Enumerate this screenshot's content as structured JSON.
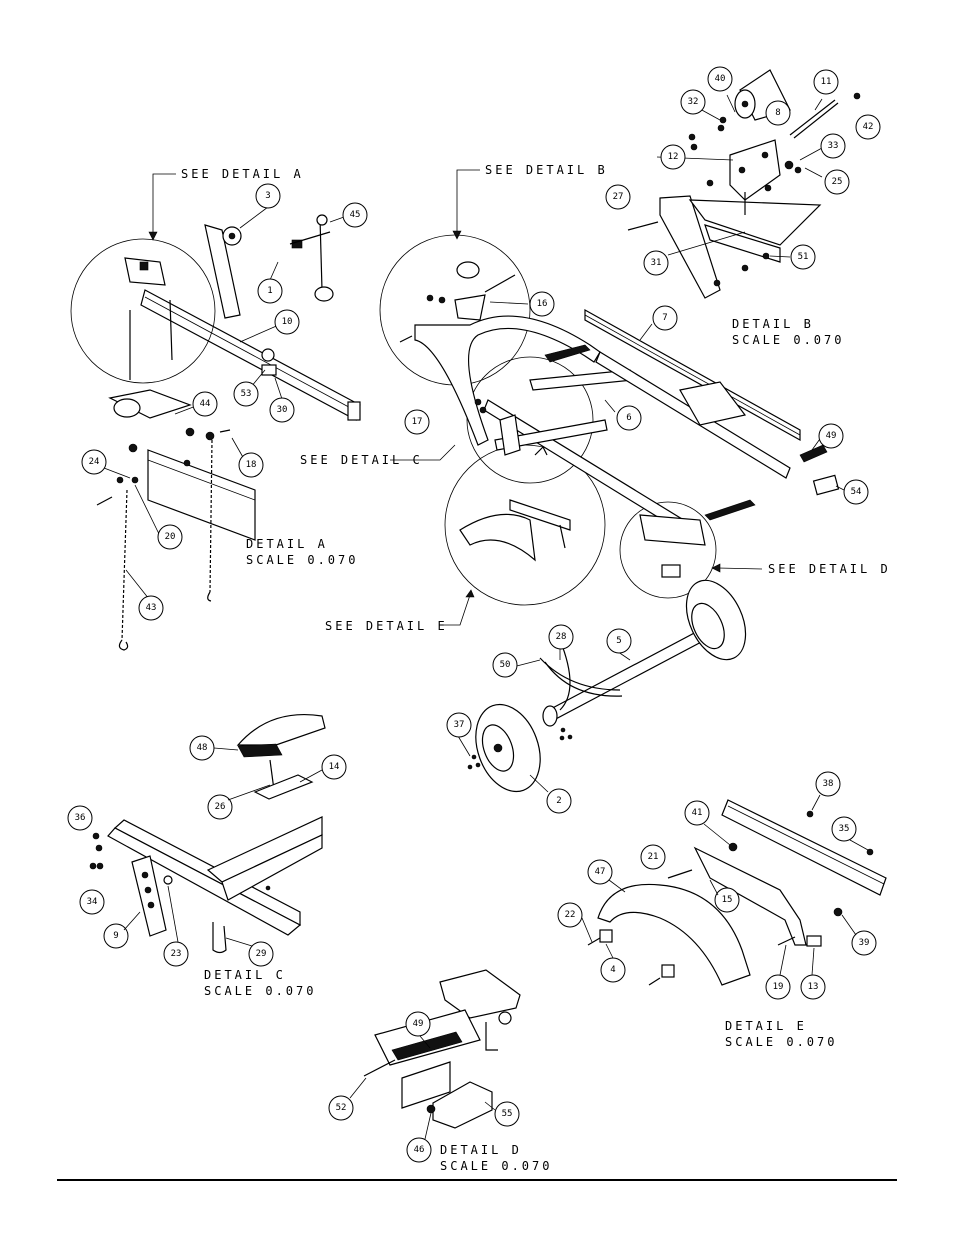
{
  "callouts": {
    "see_detail_a": "SEE DETAIL A",
    "see_detail_b": "SEE DETAIL B",
    "see_detail_c": "SEE DETAIL C",
    "see_detail_d": "SEE DETAIL D",
    "see_detail_e": "SEE DETAIL E"
  },
  "details": {
    "a": {
      "title": "DETAIL A",
      "scale": "SCALE 0.070"
    },
    "b": {
      "title": "DETAIL B",
      "scale": "SCALE 0.070"
    },
    "c": {
      "title": "DETAIL C",
      "scale": "SCALE 0.070"
    },
    "d": {
      "title": "DETAIL D",
      "scale": "SCALE 0.070"
    },
    "e": {
      "title": "DETAIL E",
      "scale": "SCALE 0.070"
    }
  },
  "part_numbers": {
    "p1": "1",
    "p2": "2",
    "p3": "3",
    "p4": "4",
    "p5": "5",
    "p6": "6",
    "p7": "7",
    "p8": "8",
    "p9": "9",
    "p10": "10",
    "p11": "11",
    "p12": "12",
    "p13": "13",
    "p14": "14",
    "p15": "15",
    "p16": "16",
    "p17": "17",
    "p18": "18",
    "p19": "19",
    "p20": "20",
    "p21": "21",
    "p22": "22",
    "p23": "23",
    "p24": "24",
    "p25": "25",
    "p26": "26",
    "p27": "27",
    "p28": "28",
    "p29": "29",
    "p30": "30",
    "p31": "31",
    "p32": "32",
    "p33": "33",
    "p34": "34",
    "p35": "35",
    "p36": "36",
    "p37": "37",
    "p38": "38",
    "p39": "39",
    "p40": "40",
    "p41": "41",
    "p42": "42",
    "p43": "43",
    "p44": "44",
    "p45": "45",
    "p46": "46",
    "p47": "47",
    "p48": "48",
    "p49": "49",
    "p49b": "49",
    "p50": "50",
    "p51": "51",
    "p52": "52",
    "p53": "53",
    "p54": "54",
    "p55": "55"
  }
}
